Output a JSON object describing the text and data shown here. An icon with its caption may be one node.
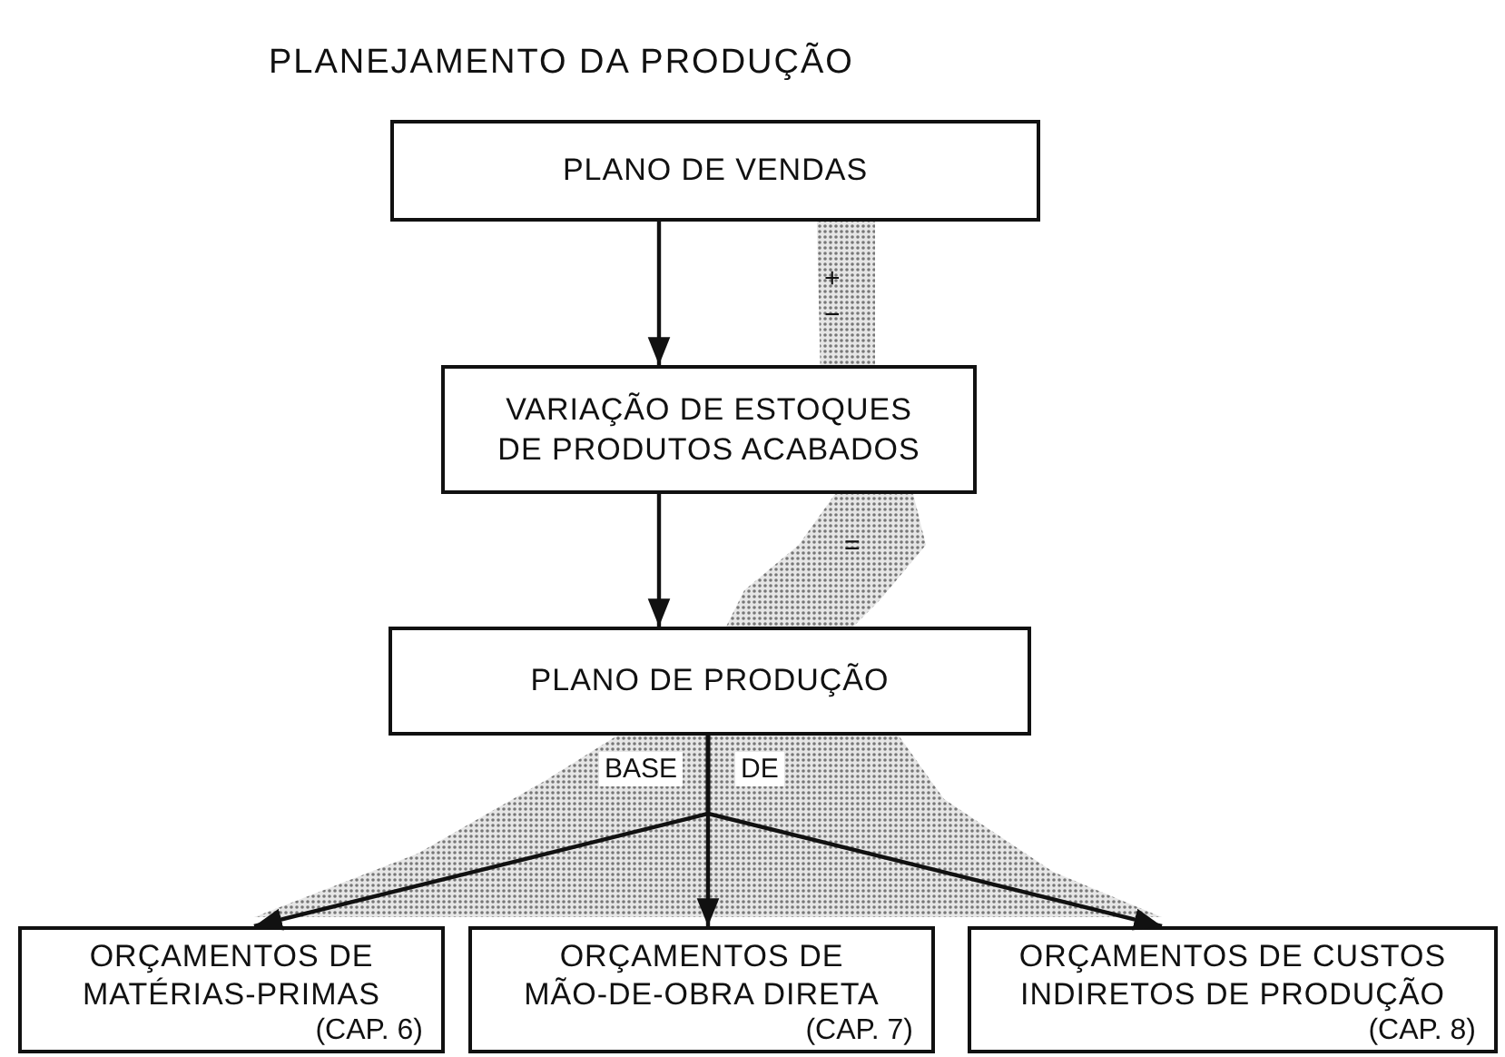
{
  "diagram": {
    "title": "PLANEJAMENTO DA PRODUÇÃO",
    "nodes": [
      {
        "text": [
          "PLANO DE VENDAS"
        ]
      },
      {
        "text": [
          "VARIAÇÃO DE ESTOQUES DE PRODUTOS ACABADOS"
        ]
      },
      {
        "text": [
          "PLANO DE PRODUÇÃO"
        ]
      },
      {
        "text": [
          "ORÇAMENTOS DE MATÉRIAS-PRIMAS",
          "(CAP. 6)"
        ]
      },
      {
        "text": [
          "ORÇAMENTOS DE MÃO-DE-OBRA DIRETA",
          "(CAP. 7)"
        ]
      },
      {
        "text": [
          "ORÇAMENTOS DE CUSTOS INDIRETOS DE PRODUÇÃO",
          "(CAP. 8)"
        ]
      }
    ],
    "edges": [
      {
        "from": 0,
        "to": 1,
        "arrow": "to"
      },
      {
        "from": 1,
        "to": 2,
        "arrow": "to"
      },
      {
        "from": 2,
        "to": 3,
        "arrow": "to"
      },
      {
        "from": 2,
        "to": 4,
        "arrow": "to"
      },
      {
        "from": 2,
        "to": 5,
        "arrow": "to"
      }
    ],
    "labels": [
      "+",
      "−",
      "=",
      "BASE",
      "DE"
    ]
  }
}
